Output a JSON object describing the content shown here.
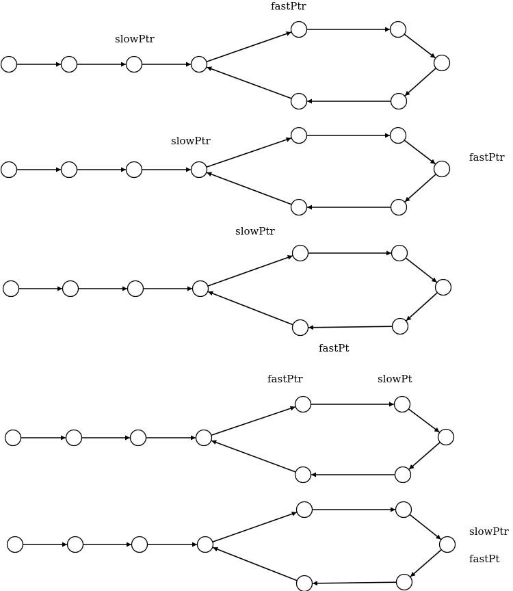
{
  "diagram": {
    "node_count": 9,
    "panels": [
      {
        "labels": [
          "slowPtr",
          "fastPtr"
        ]
      },
      {
        "labels": [
          "slowPtr",
          "fastPtr"
        ]
      },
      {
        "labels": [
          "slowPtr",
          "fastPt"
        ]
      },
      {
        "labels": [
          "fastPtr",
          "slowPt"
        ]
      },
      {
        "labels": [
          "slowPtr",
          "fastPt"
        ]
      }
    ]
  }
}
